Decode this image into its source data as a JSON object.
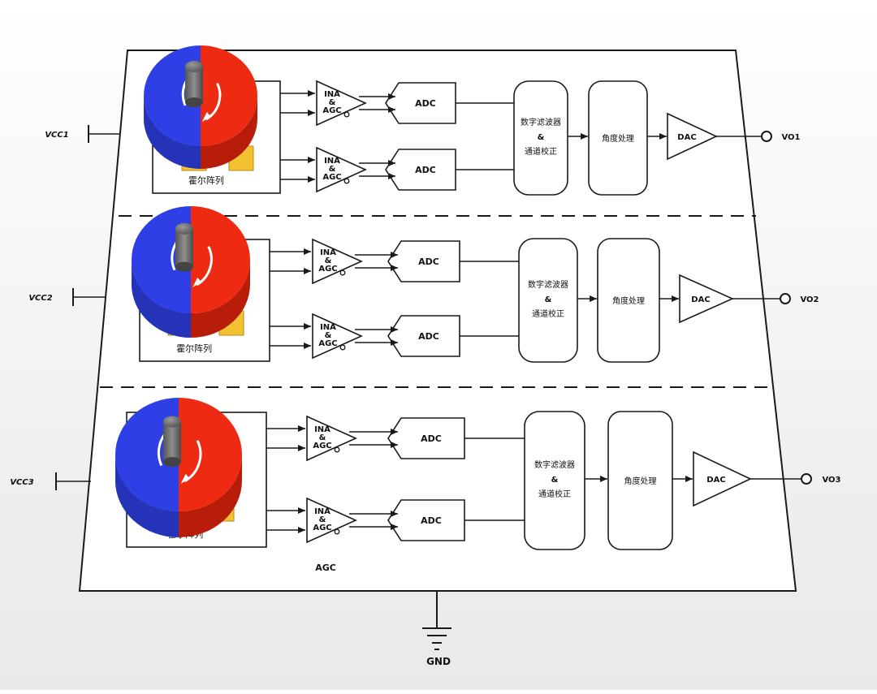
{
  "diagram": {
    "channels": [
      {
        "vcc_label": "VCC1",
        "output_label": "VO1",
        "hall_label": "霍尔阵列",
        "amp_labels": [
          [
            "INA",
            "&",
            "AGC"
          ],
          [
            "INA",
            "&",
            "AGC"
          ]
        ],
        "adc_labels": [
          "ADC",
          "ADC"
        ],
        "dsp_labels": [
          "数字滤波器",
          "&",
          "通道校正"
        ],
        "angle_label": "角度处理",
        "dac_label": "DAC"
      },
      {
        "vcc_label": "VCC2",
        "output_label": "VO2",
        "hall_label": "霍尔阵列",
        "amp_labels": [
          [
            "INA",
            "&",
            "AGC"
          ],
          [
            "INA",
            "&",
            "AGC"
          ]
        ],
        "adc_labels": [
          "ADC",
          "ADC"
        ],
        "dsp_labels": [
          "数字滤波器",
          "&",
          "通道校正"
        ],
        "angle_label": "角度处理",
        "dac_label": "DAC"
      },
      {
        "vcc_label": "VCC3",
        "output_label": "VO3",
        "hall_label": "霍尔阵列",
        "amp_labels": [
          [
            "INA",
            "&",
            "AGC"
          ],
          [
            "INA",
            "&",
            "AGC"
          ]
        ],
        "adc_labels": [
          "ADC",
          "ADC"
        ],
        "dsp_labels": [
          "数字滤波器",
          "&",
          "通道校正"
        ],
        "angle_label": "角度处理",
        "dac_label": "DAC"
      }
    ],
    "agc_label": "AGC",
    "gnd_label": "GND",
    "colors": {
      "magnet_north": "#2f3fe6",
      "magnet_south": "#ee2a12",
      "hall_pad": "#f2c230",
      "stroke": "#1a1a1a",
      "shaft": "#6a6a6a"
    }
  }
}
